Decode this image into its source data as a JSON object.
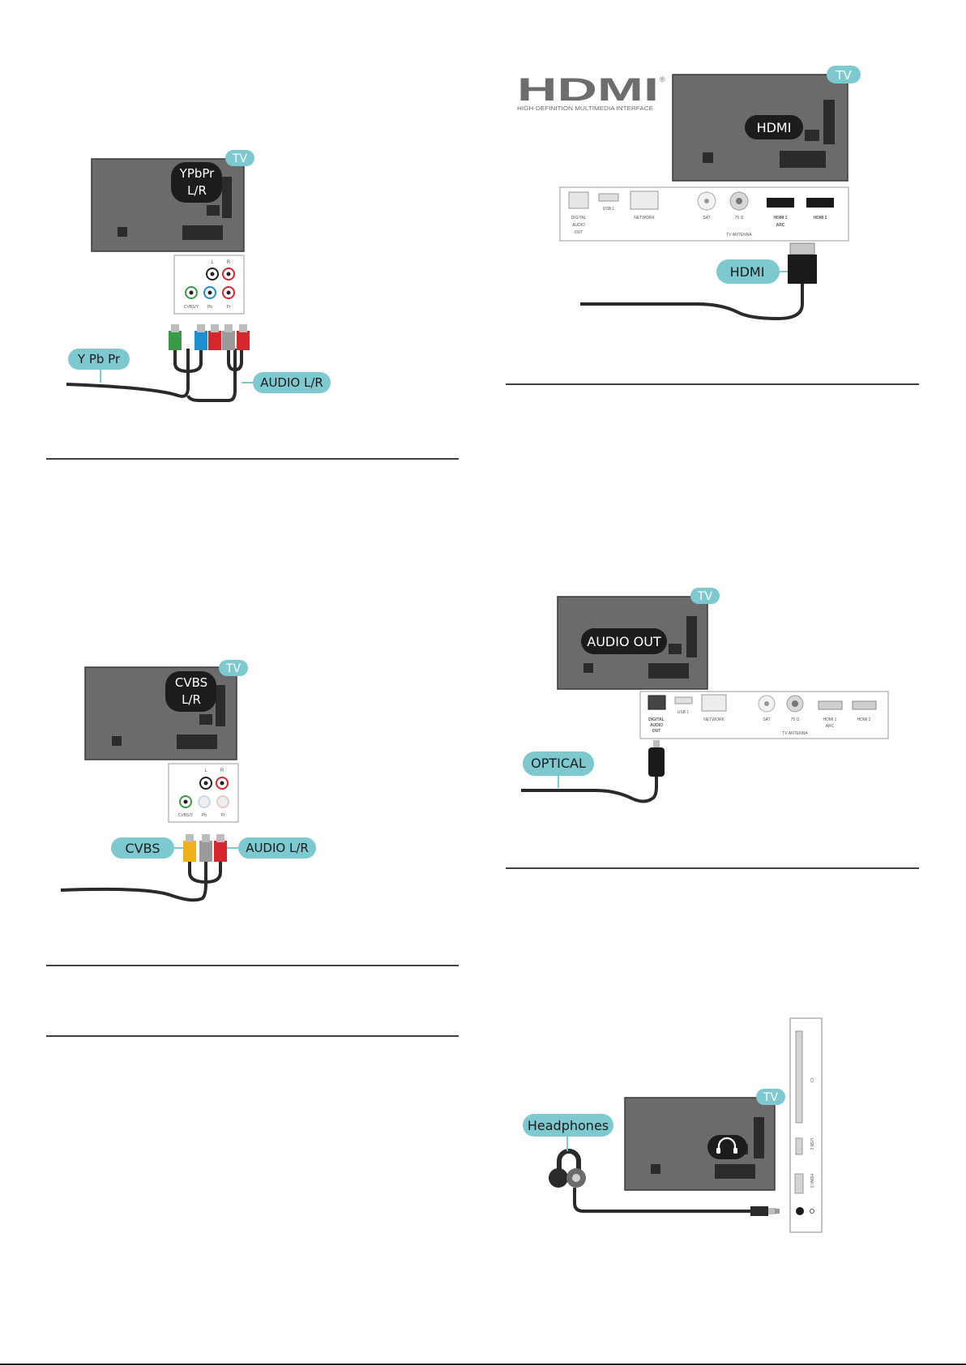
{
  "colors": {
    "tv_body": "#6b6b6b",
    "tv_dark": "#2b2b2b",
    "label_teal": "#7ec9d0",
    "label_dark": "#1c1c1c",
    "cable": "#2a2a2a",
    "rca_green": "#3a9b47",
    "rca_blue": "#1e8fd0",
    "rca_red": "#d8262e",
    "rca_gray": "#9a9a9a",
    "rca_yellow": "#f0b21a",
    "rule": "#000000"
  },
  "diagram_ypbpr": {
    "tv_badge": "TV",
    "connector_line1": "YPbPr",
    "connector_line2": "L/R",
    "jack_l": "L",
    "jack_r": "R",
    "jack_cvbs": "CVBS/Y",
    "jack_pb": "Pb",
    "jack_pr": "Pr",
    "cable_label": "Y Pb Pr",
    "audio_label": "AUDIO L/R"
  },
  "diagram_cvbs": {
    "tv_badge": "TV",
    "connector_line1": "CVBS",
    "connector_line2": "L/R",
    "jack_l": "L",
    "jack_r": "R",
    "jack_cvbs": "CVBS/Y",
    "jack_pb": "Pb",
    "jack_pr": "Pr",
    "cable_label": "CVBS",
    "audio_label": "AUDIO L/R"
  },
  "diagram_hdmi": {
    "logo_text": "HDMI",
    "logo_registered": "®",
    "logo_subtitle": "HIGH-DEFINITION MULTIMEDIA INTERFACE",
    "tv_badge": "TV",
    "connector_label": "HDMI",
    "cable_label": "HDMI",
    "port_digital": [
      "DIGITAL",
      "AUDIO",
      "OUT"
    ],
    "port_usb": "USB 1",
    "port_network": "NETWORK",
    "port_sat": "SAT",
    "port_ohm": "75 Ω",
    "port_antenna": "TV ANTENNA",
    "port_hdmi1": "HDMI 1",
    "port_hdmi1_sub": "ARC",
    "port_hdmi2": "HDMI 2"
  },
  "diagram_optical": {
    "tv_badge": "TV",
    "connector_label": "AUDIO OUT",
    "cable_label": "OPTICAL",
    "port_digital": [
      "DIGITAL",
      "AUDIO",
      "OUT"
    ],
    "port_usb": "USB 1",
    "port_network": "NETWORK",
    "port_sat": "SAT",
    "port_ohm": "75 Ω",
    "port_antenna": "TV ANTENNA",
    "port_hdmi1": "HDMI 1",
    "port_hdmi1_sub": "ARC",
    "port_hdmi2": "HDMI 2"
  },
  "diagram_headphones": {
    "tv_badge": "TV",
    "cable_label": "Headphones",
    "port_ci": "CI",
    "port_usb": "USB 2",
    "port_hdmi": "HDMI 3"
  }
}
